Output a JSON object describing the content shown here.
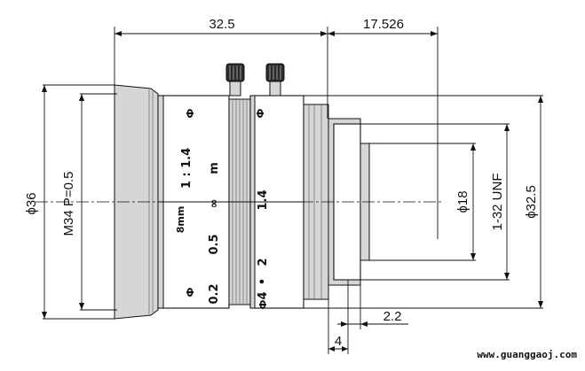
{
  "title": "",
  "dimensions": {
    "total_length": "32.5",
    "flange_back": "17.526",
    "outer_diameter": "ϕ36",
    "filter_thread": "M34  P=0.5",
    "rear_diameter": "ϕ18",
    "mount_thread": "1-32 UNF",
    "body_diameter": "ϕ32.5",
    "mount_length": "4",
    "mount_step": "2.2"
  },
  "lens_markings": {
    "focal_length": "8mm",
    "max_aperture": "1 : 1.4",
    "focus_unit": "m",
    "focus_infinity": "∞",
    "focus_mid": "0.5",
    "focus_min": "0.2",
    "aperture_max_mark": "1.4",
    "aperture_2": "2",
    "aperture_4": "4",
    "aperture_dot": "•",
    "marker_symbol": "Ф"
  },
  "watermark": "www.guanggaoj.com"
}
